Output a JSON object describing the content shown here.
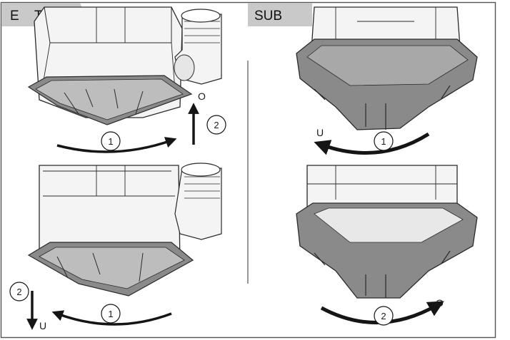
{
  "panels": {
    "left": {
      "tag_e": "E",
      "tag_twin": "TWIN"
    },
    "right": {
      "tag_sub": "SUB"
    }
  },
  "steps": {
    "left_top": {
      "step1": "1",
      "step2": "2",
      "direction": "O"
    },
    "left_bottom": {
      "step1": "1",
      "step2": "2",
      "direction": "U"
    },
    "right_top": {
      "step1": "1",
      "direction": "U"
    },
    "right_bottom": {
      "step2": "2",
      "direction": "O"
    }
  },
  "colors": {
    "frame": "#555555",
    "tag_bg": "#c9c9c9",
    "base_grey": "#8a8a8a",
    "base_dark": "#3a3a3a",
    "body_light": "#f4f4f4",
    "arrow": "#151515"
  }
}
